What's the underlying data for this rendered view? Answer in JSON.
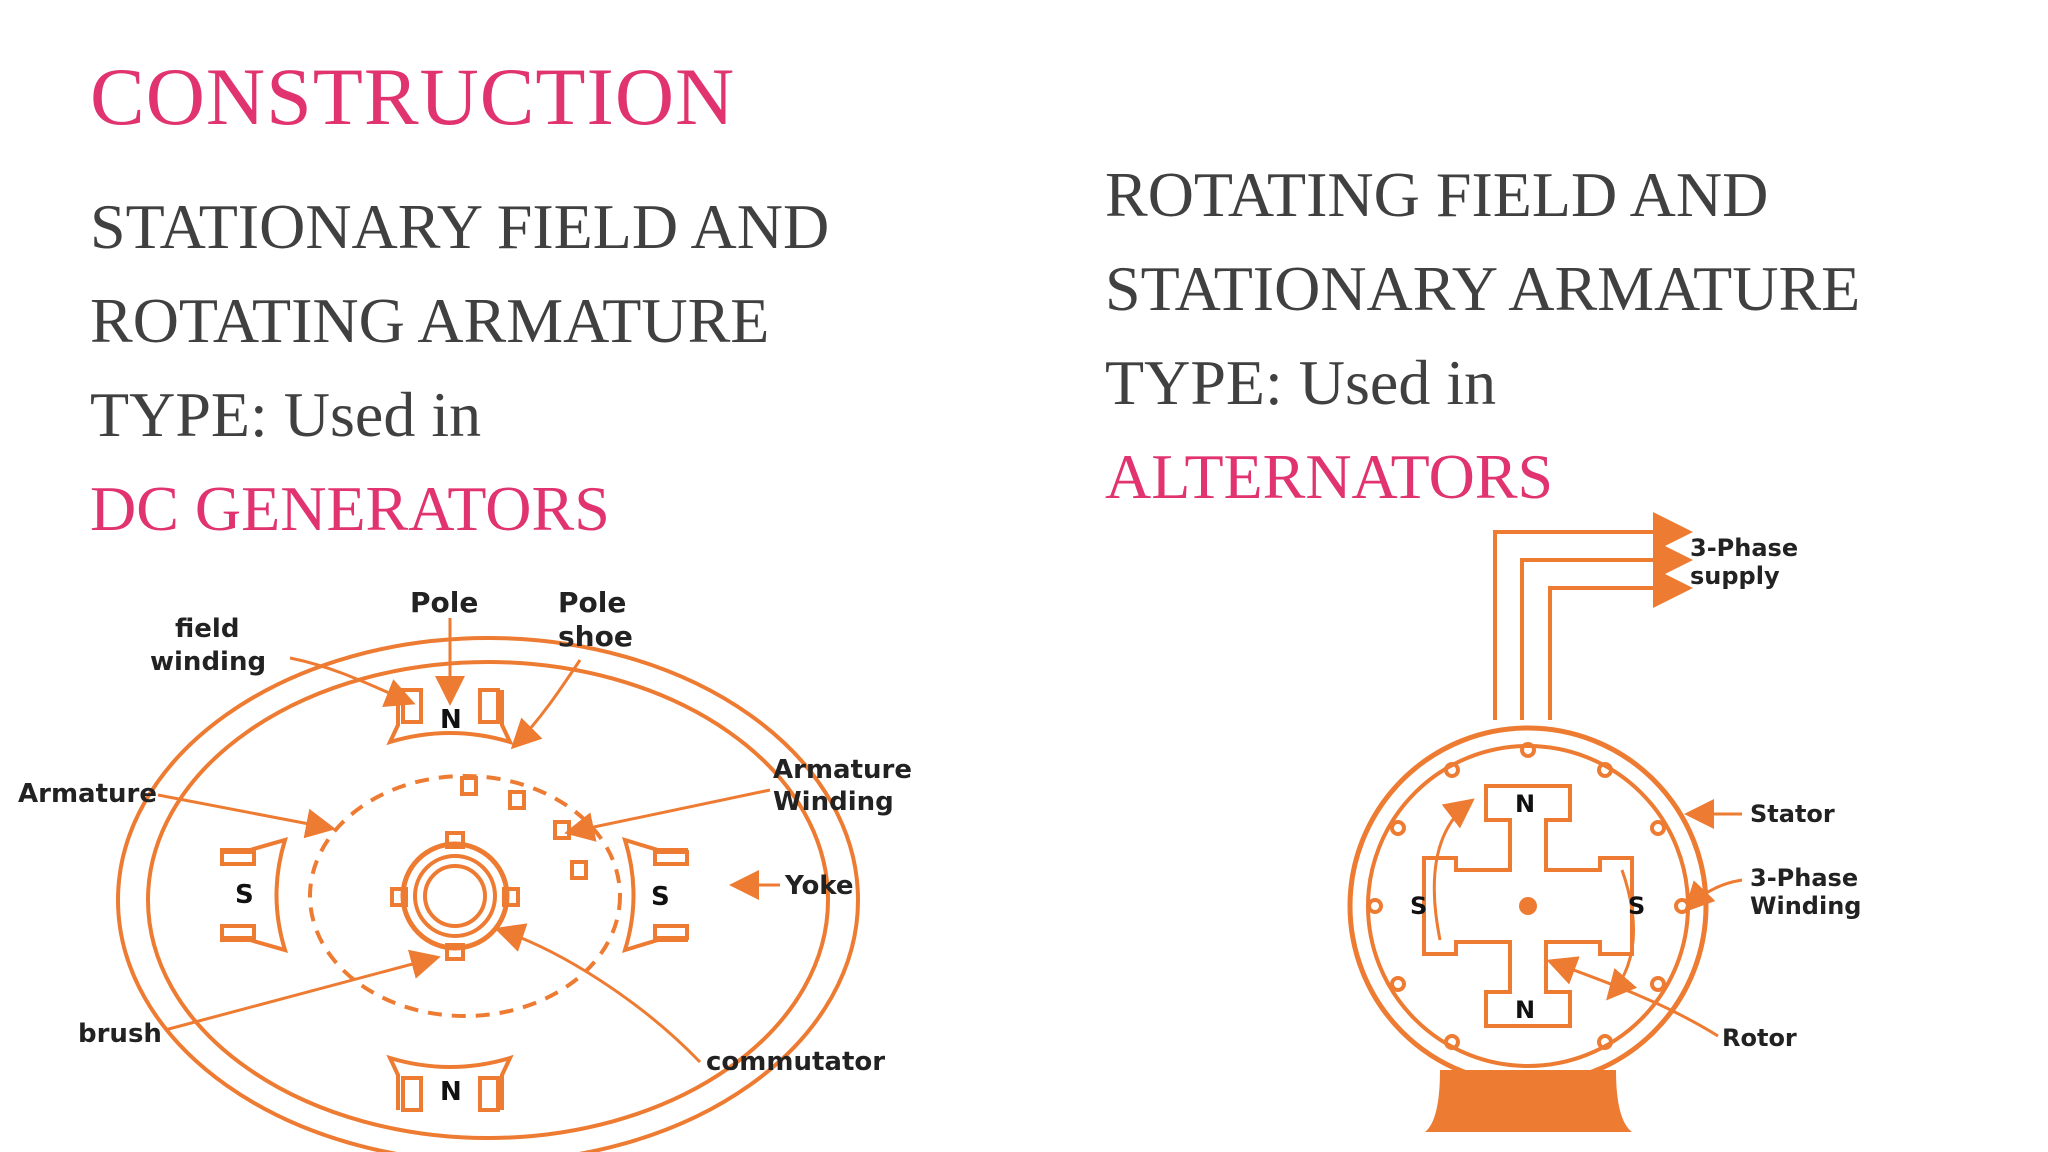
{
  "heading": "CONSTRUCTION",
  "left_block": {
    "line1": "STATIONARY FIELD AND",
    "line2": "ROTATING ARMATURE",
    "line3": "TYPE: Used in",
    "line4": "DC GENERATORS"
  },
  "right_block": {
    "line1": "ROTATING FIELD AND",
    "line2": "STATIONARY ARMATURE",
    "line3": "TYPE: Used in",
    "line4": "ALTERNATORS"
  },
  "dc_diagram": {
    "labels": {
      "pole": "Pole",
      "pole_shoe_1": "Pole",
      "pole_shoe_2": "shoe",
      "field_winding_1": "field",
      "field_winding_2": "winding",
      "armature": "Armature",
      "armature_winding_1": "Armature",
      "armature_winding_2": "Winding",
      "yoke": "Yoke",
      "brush": "brush",
      "commutator": "commutator"
    },
    "pole_marks": {
      "top": "N",
      "bottom": "N",
      "left": "S",
      "right": "S"
    }
  },
  "alt_diagram": {
    "labels": {
      "supply_1": "3-Phase",
      "supply_2": "supply",
      "stator": "Stator",
      "winding_1": "3-Phase",
      "winding_2": "Winding",
      "rotor": "Rotor"
    },
    "pole_marks": {
      "top": "N",
      "bottom": "N",
      "left": "S",
      "right": "S"
    }
  },
  "colors": {
    "accent": "#e0336f",
    "diagram": "#ee7b32",
    "text": "#404040"
  }
}
